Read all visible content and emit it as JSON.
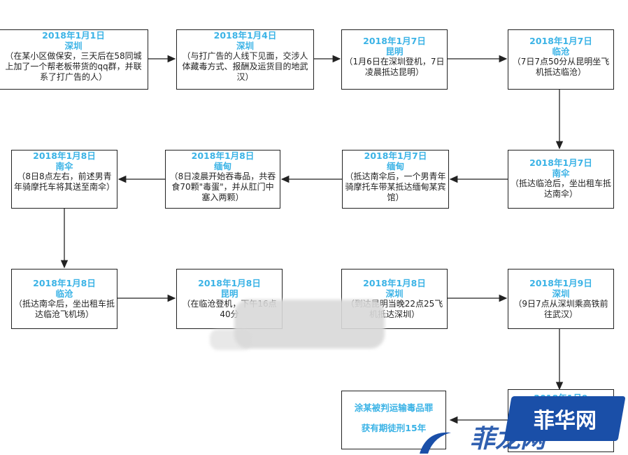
{
  "nodes": [
    {
      "id": "n1",
      "date": "2018年1月1日",
      "place": "深圳",
      "desc": "（在某小区做保安，三天后在58同城上加了一个帮老板带货的qq群，并联系了打广告的人）"
    },
    {
      "id": "n2",
      "date": "2018年1月4日",
      "place": "深圳",
      "desc": "（与打广告的人线下见面，交涉人体藏毒方式、报酬及运货目的地武汉）"
    },
    {
      "id": "n3",
      "date": "2018年1月7日",
      "place": "昆明",
      "desc": "（1月6日在深圳登机，7日凌晨抵达昆明）"
    },
    {
      "id": "n4",
      "date": "2018年1月7日",
      "place": "临沧",
      "desc": "（7日7点50分从昆明坐飞机抵达临沧）"
    },
    {
      "id": "n5",
      "date": "2018年1月7日",
      "place": "南伞",
      "desc": "（抵达临沧后，坐出租车抵达南伞）"
    },
    {
      "id": "n6",
      "date": "2018年1月7日",
      "place": "缅甸",
      "desc": "（抵达南伞后，一个男青年骑摩托车带某抵达缅甸某宾馆）"
    },
    {
      "id": "n7",
      "date": "2018年1月8日",
      "place": "缅甸",
      "desc": "（8日凌晨开始吞毒品，共吞食70颗\"毒蛋\"，并从肛门中塞入两颗）"
    },
    {
      "id": "n8",
      "date": "2018年1月8日",
      "place": "南伞",
      "desc": "（8日8点左右，前述男青年骑摩托车将其送至南伞）"
    },
    {
      "id": "n9",
      "date": "2018年1月8日",
      "place": "临沧",
      "desc": "（抵达南伞后，坐出租车抵达临沧飞机场）"
    },
    {
      "id": "n10",
      "date": "2018年1月8日",
      "place": "昆明",
      "desc": "（在临沧登机，下午16点40分"
    },
    {
      "id": "n11",
      "date": "2018年1月8日",
      "place": "深圳",
      "desc": "（到达昆明当晚22点25飞机抵达深圳）"
    },
    {
      "id": "n12",
      "date": "2018年1月9日",
      "place": "深圳",
      "desc": "（9日7点从深圳乘高铁前往武汉）"
    },
    {
      "id": "n13",
      "date": "2018年1月9",
      "place": "",
      "desc": ""
    }
  ],
  "final": {
    "line1": "涂某被判运输毒品罪",
    "line2": "获有期徒刑15年"
  },
  "watermark": {
    "logo": "菲华网",
    "text": "菲龙网"
  }
}
